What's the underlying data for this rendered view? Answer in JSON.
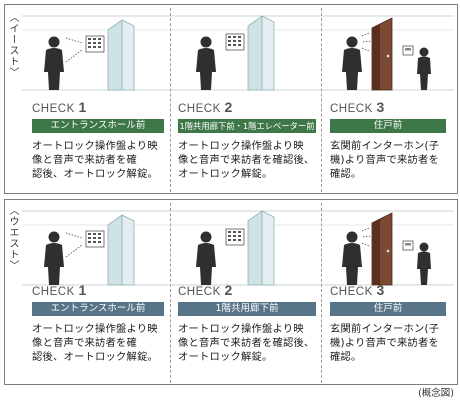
{
  "rows": [
    {
      "label": "〈イースト〉",
      "theme": "#3e7849",
      "steps": [
        {
          "check": "CHECK",
          "number": "1",
          "title": "エントランスホール前",
          "text": "オートロック操作盤より映\n像と音声で来訪者を確\n認後、オートロック解錠。"
        },
        {
          "check": "CHECK",
          "number": "2",
          "title": "1階共用廊下前・1階エレベーター前",
          "text": "オートロック操作盤より映\n像と音声で来訪者を確認後、\nオートロック解錠。"
        },
        {
          "check": "CHECK",
          "number": "3",
          "title": "住戸前",
          "text": "玄関前インターホン(子\n機)より音声で来訪者を\n確認。"
        }
      ]
    },
    {
      "label": "〈ウエスト〉",
      "theme": "#587488",
      "steps": [
        {
          "check": "CHECK",
          "number": "1",
          "title": "エントランスホール前",
          "text": "オートロック操作盤より映\n像と音声で来訪者を確\n認後、オートロック解錠。"
        },
        {
          "check": "CHECK",
          "number": "2",
          "title": "1階共用廊下前",
          "text": "オートロック操作盤より映\n像と音声で来訪者を確認後、\nオートロック解錠。"
        },
        {
          "check": "CHECK",
          "number": "3",
          "title": "住戸前",
          "text": "玄関前インターホン(子\n機)より音声で来訪者を\n確認。"
        }
      ]
    }
  ],
  "note": "(概念図)",
  "colors": {
    "glass": "#cfe2e4",
    "door": "#5a2f1f",
    "figure": "#2f2f2f",
    "wall": "#dfe8ea"
  },
  "icons": [
    "control-panel-icon",
    "person-icon",
    "glass-door-icon",
    "front-door-icon",
    "intercom-icon"
  ]
}
